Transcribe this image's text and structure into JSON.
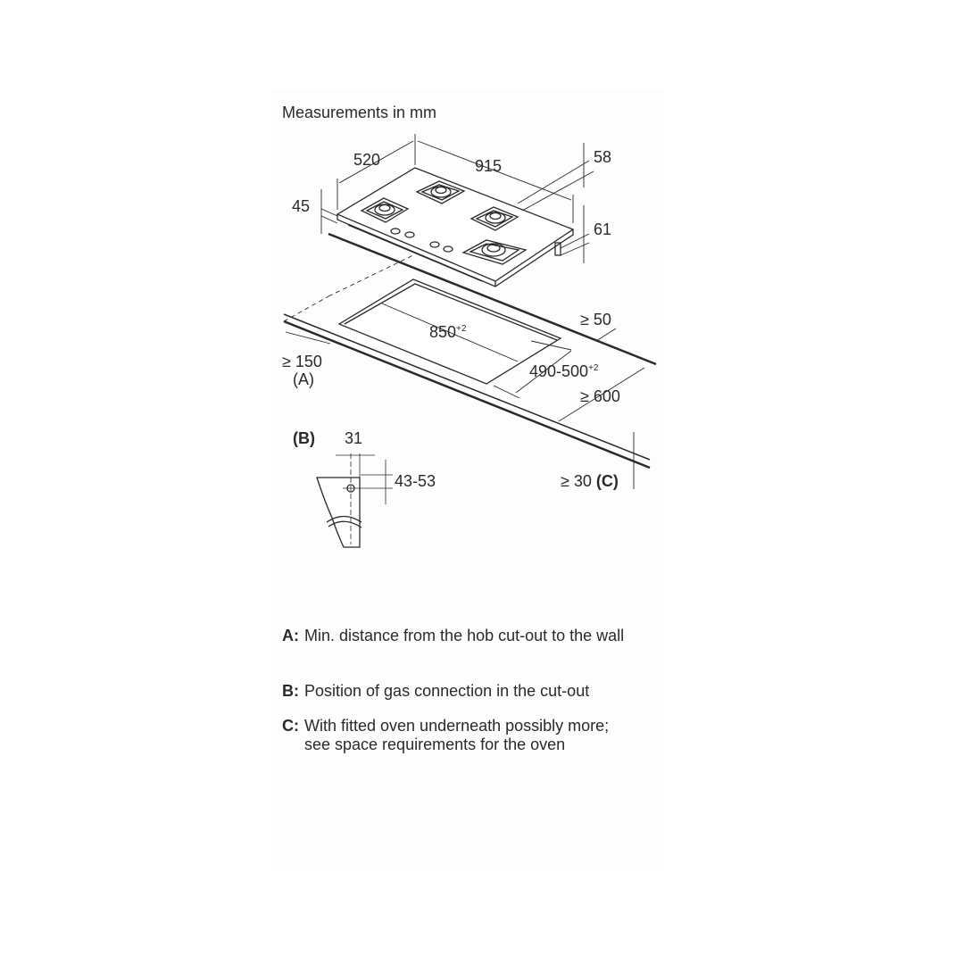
{
  "title": "Measurements in mm",
  "dimensions": {
    "hob_depth": "520",
    "hob_width": "915",
    "hob_height_front": "45",
    "rear_offset_top": "58",
    "rear_offset_bottom": "61",
    "cutout_width": "850",
    "cutout_width_tol": "+2",
    "cutout_depth": "490-500",
    "cutout_depth_tol": "+2",
    "min_back": "≥ 50",
    "min_wall": "≥ 150",
    "min_wall_ref": "(A)",
    "min_worktop_depth": "≥ 600",
    "min_worktop_thickness": "≥ 30",
    "min_worktop_thickness_ref": "(C)",
    "gas_ref": "(B)",
    "gas_offset": "31",
    "gas_height": "43-53"
  },
  "legend": [
    {
      "key": "A:",
      "text": "Min. distance from the hob cut-out to the wall"
    },
    {
      "key": "B:",
      "text": "Position of gas connection in the cut-out"
    },
    {
      "key": "C:",
      "text": "With fitted oven underneath possibly more; see space requirements for the oven"
    }
  ]
}
